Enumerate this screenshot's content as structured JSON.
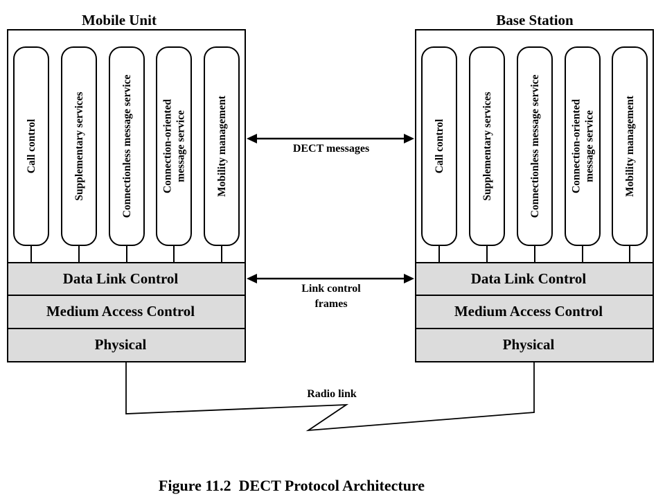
{
  "mobile_unit": {
    "title": "Mobile Unit",
    "services": [
      {
        "lines": [
          "Call control"
        ]
      },
      {
        "lines": [
          "Supplementary services"
        ]
      },
      {
        "lines": [
          "Connectionless message service"
        ]
      },
      {
        "lines": [
          "Connection-oriented",
          "message service"
        ]
      },
      {
        "lines": [
          "Mobility management"
        ]
      }
    ],
    "layers": [
      "Data Link Control",
      "Medium Access Control",
      "Physical"
    ]
  },
  "base_station": {
    "title": "Base Station",
    "services": [
      {
        "lines": [
          "Call control"
        ]
      },
      {
        "lines": [
          "Supplementary services"
        ]
      },
      {
        "lines": [
          "Connectionless message service"
        ]
      },
      {
        "lines": [
          "Connection-oriented",
          "message service"
        ]
      },
      {
        "lines": [
          "Mobility management"
        ]
      }
    ],
    "layers": [
      "Data Link Control",
      "Medium Access Control",
      "Physical"
    ]
  },
  "links": {
    "dect_messages": "DECT messages",
    "link_control": [
      "Link control",
      "frames"
    ],
    "radio_link": "Radio link"
  },
  "caption": "Figure 11.2  DECT Protocol Architecture",
  "colors": {
    "layer_fill": "#dcdcdc",
    "outline": "#000000",
    "pill_fill": "#ffffff"
  }
}
